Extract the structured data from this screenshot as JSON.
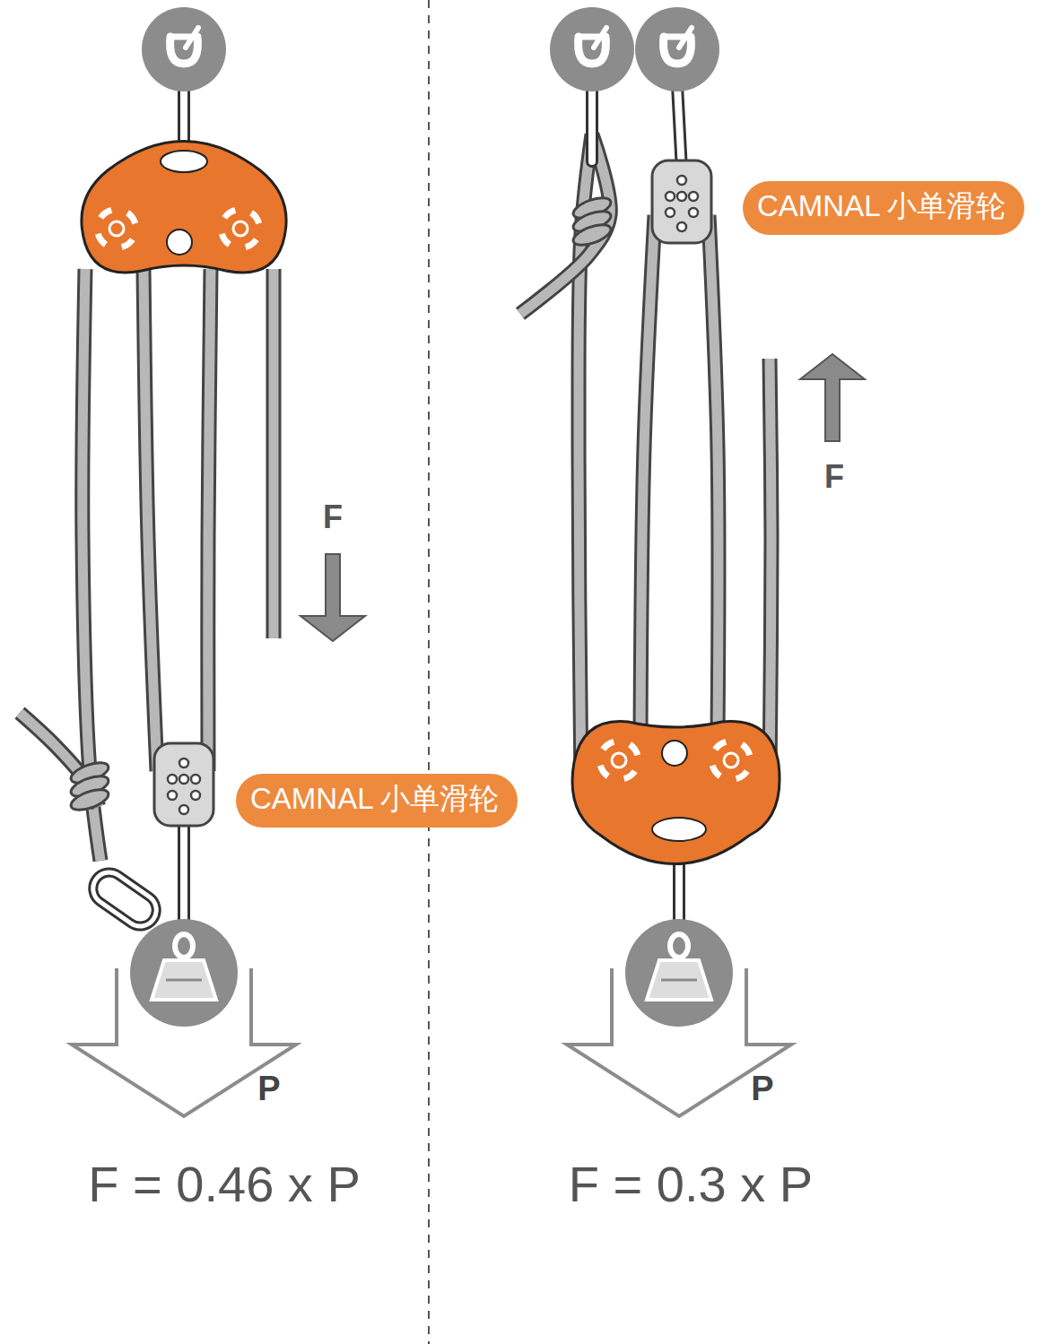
{
  "diagram": {
    "nodes": [
      {
        "text": [
          "CAMNAL 小单滑轮"
        ]
      },
      {
        "text": [
          "CAMNAL 小单滑轮"
        ]
      }
    ],
    "labels": [
      "F",
      "P",
      "F = 0.46 x P",
      "F",
      "P",
      "F = 0.3 x P"
    ]
  }
}
